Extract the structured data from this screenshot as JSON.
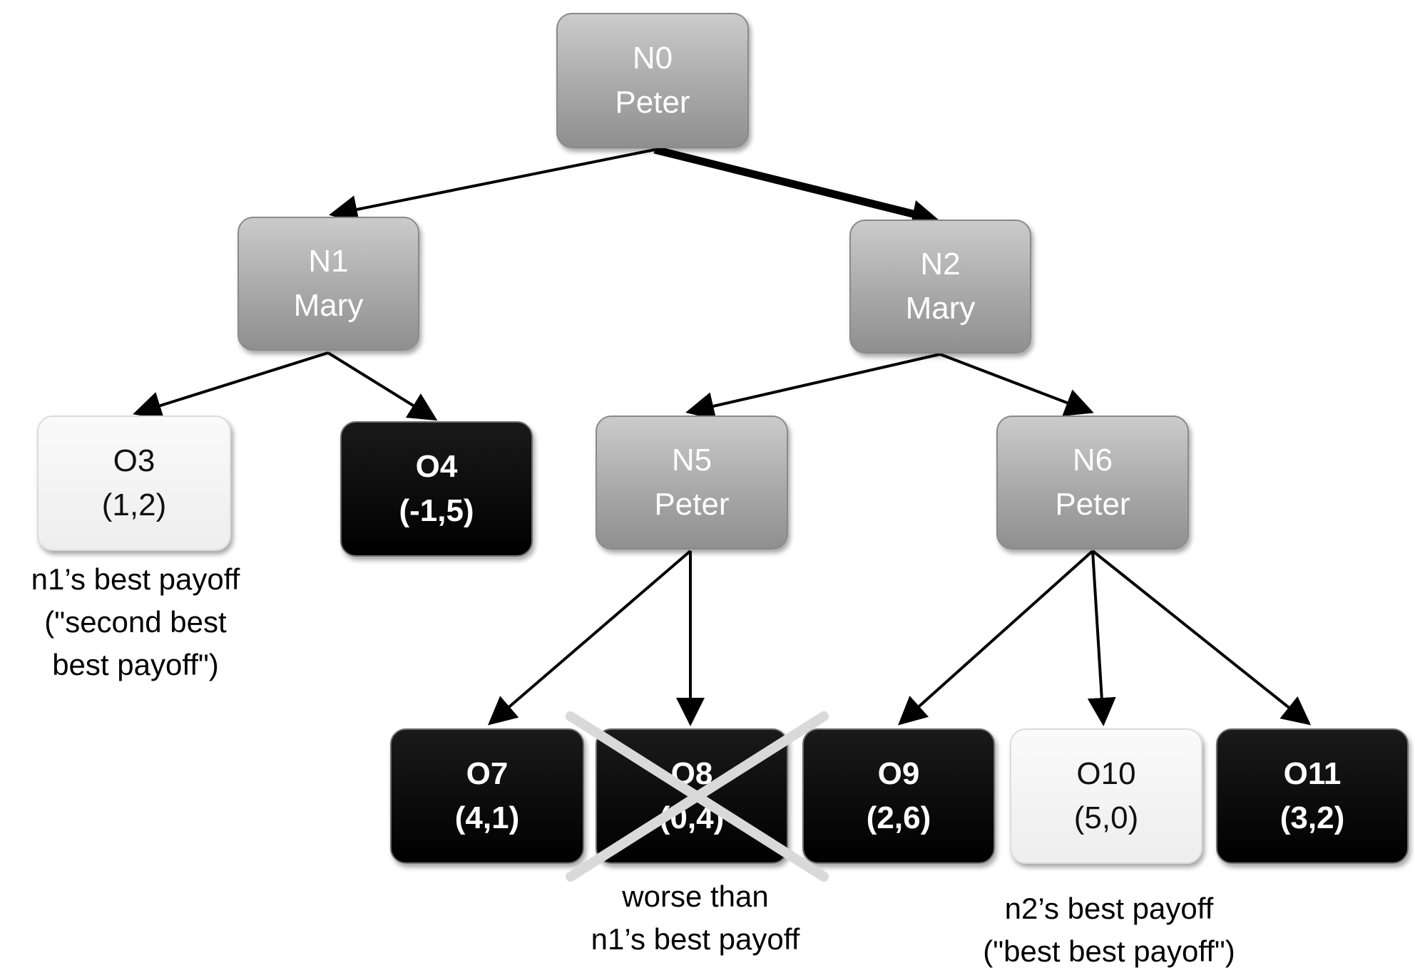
{
  "nodes": {
    "n0": {
      "id": "N0",
      "player": "Peter"
    },
    "n1": {
      "id": "N1",
      "player": "Mary"
    },
    "n2": {
      "id": "N2",
      "player": "Mary"
    },
    "n5": {
      "id": "N5",
      "player": "Peter"
    },
    "n6": {
      "id": "N6",
      "player": "Peter"
    },
    "o3": {
      "id": "O3",
      "payoff": "(1,2)"
    },
    "o4": {
      "id": "O4",
      "payoff": "(-1,5)"
    },
    "o7": {
      "id": "O7",
      "payoff": "(4,1)"
    },
    "o8": {
      "id": "O8",
      "payoff": "(0,4)"
    },
    "o9": {
      "id": "O9",
      "payoff": "(2,6)"
    },
    "o10": {
      "id": "O10",
      "payoff": "(5,0)"
    },
    "o11": {
      "id": "O11",
      "payoff": "(3,2)"
    }
  },
  "annotations": {
    "o3_note": [
      "n1’s best payoff",
      "(\"second best",
      "best payoff\")"
    ],
    "o8_note": [
      "worse than",
      "n1’s best payoff"
    ],
    "o10_note": [
      "n2’s best payoff",
      "(\"best best payoff\")"
    ]
  },
  "colors": {
    "decision_node": "#a9a9a9",
    "outcome_dark": "#000000",
    "outcome_light": "#f2f2f2",
    "edge": "#000000",
    "cross": "#d9d9d9"
  }
}
